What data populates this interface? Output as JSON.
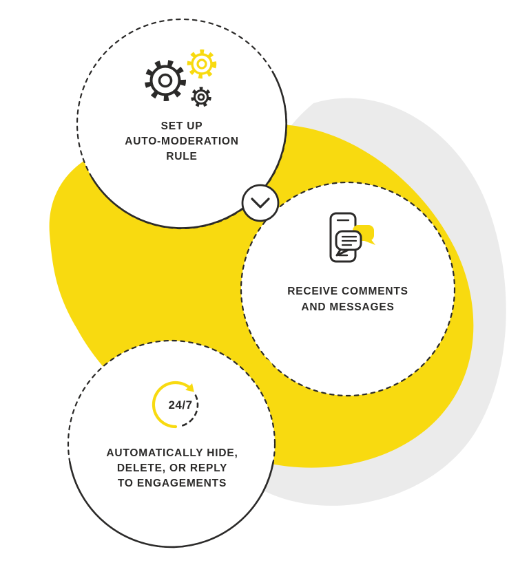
{
  "diagram": {
    "name": "auto-moderation-process-diagram",
    "colors": {
      "yellow": "#F8DA10",
      "gray": "#EBEBEB",
      "dark": "#2B2A29",
      "background": "#FFFFFF"
    },
    "connector_icon": "chevron-down-icon",
    "steps": [
      {
        "order": 1,
        "icon": "gears-icon",
        "lines": [
          "SET UP",
          "AUTO-MODERATION",
          "RULE"
        ]
      },
      {
        "order": 2,
        "icon": "phone-messages-icon",
        "lines": [
          "RECEIVE COMMENTS",
          "AND MESSAGES"
        ]
      },
      {
        "order": 3,
        "icon": "24-7-cycle-icon",
        "badge": "24/7",
        "lines": [
          "AUTOMATICALLY HIDE,",
          "DELETE, OR REPLY",
          "TO ENGAGEMENTS"
        ]
      }
    ]
  }
}
